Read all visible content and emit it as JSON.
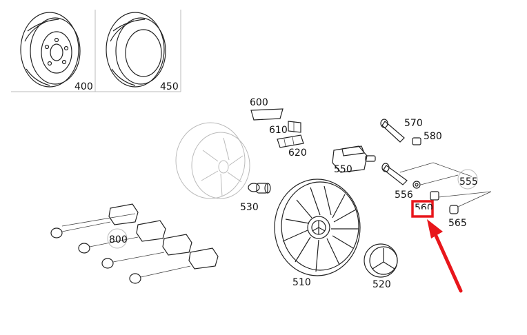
{
  "diagram": {
    "callouts": {
      "c400": "400",
      "c450": "450",
      "c600": "600",
      "c610": "610",
      "c620": "620",
      "c530": "530",
      "c550": "550",
      "c570": "570",
      "c580": "580",
      "c555": "555",
      "c556": "556",
      "c565": "565",
      "c560": "560",
      "c800": "800",
      "c510": "510",
      "c520": "520"
    },
    "highlight_color": "#e8161b",
    "icons": [
      "wheel-icon",
      "tire-icon",
      "arrow-icon"
    ]
  }
}
